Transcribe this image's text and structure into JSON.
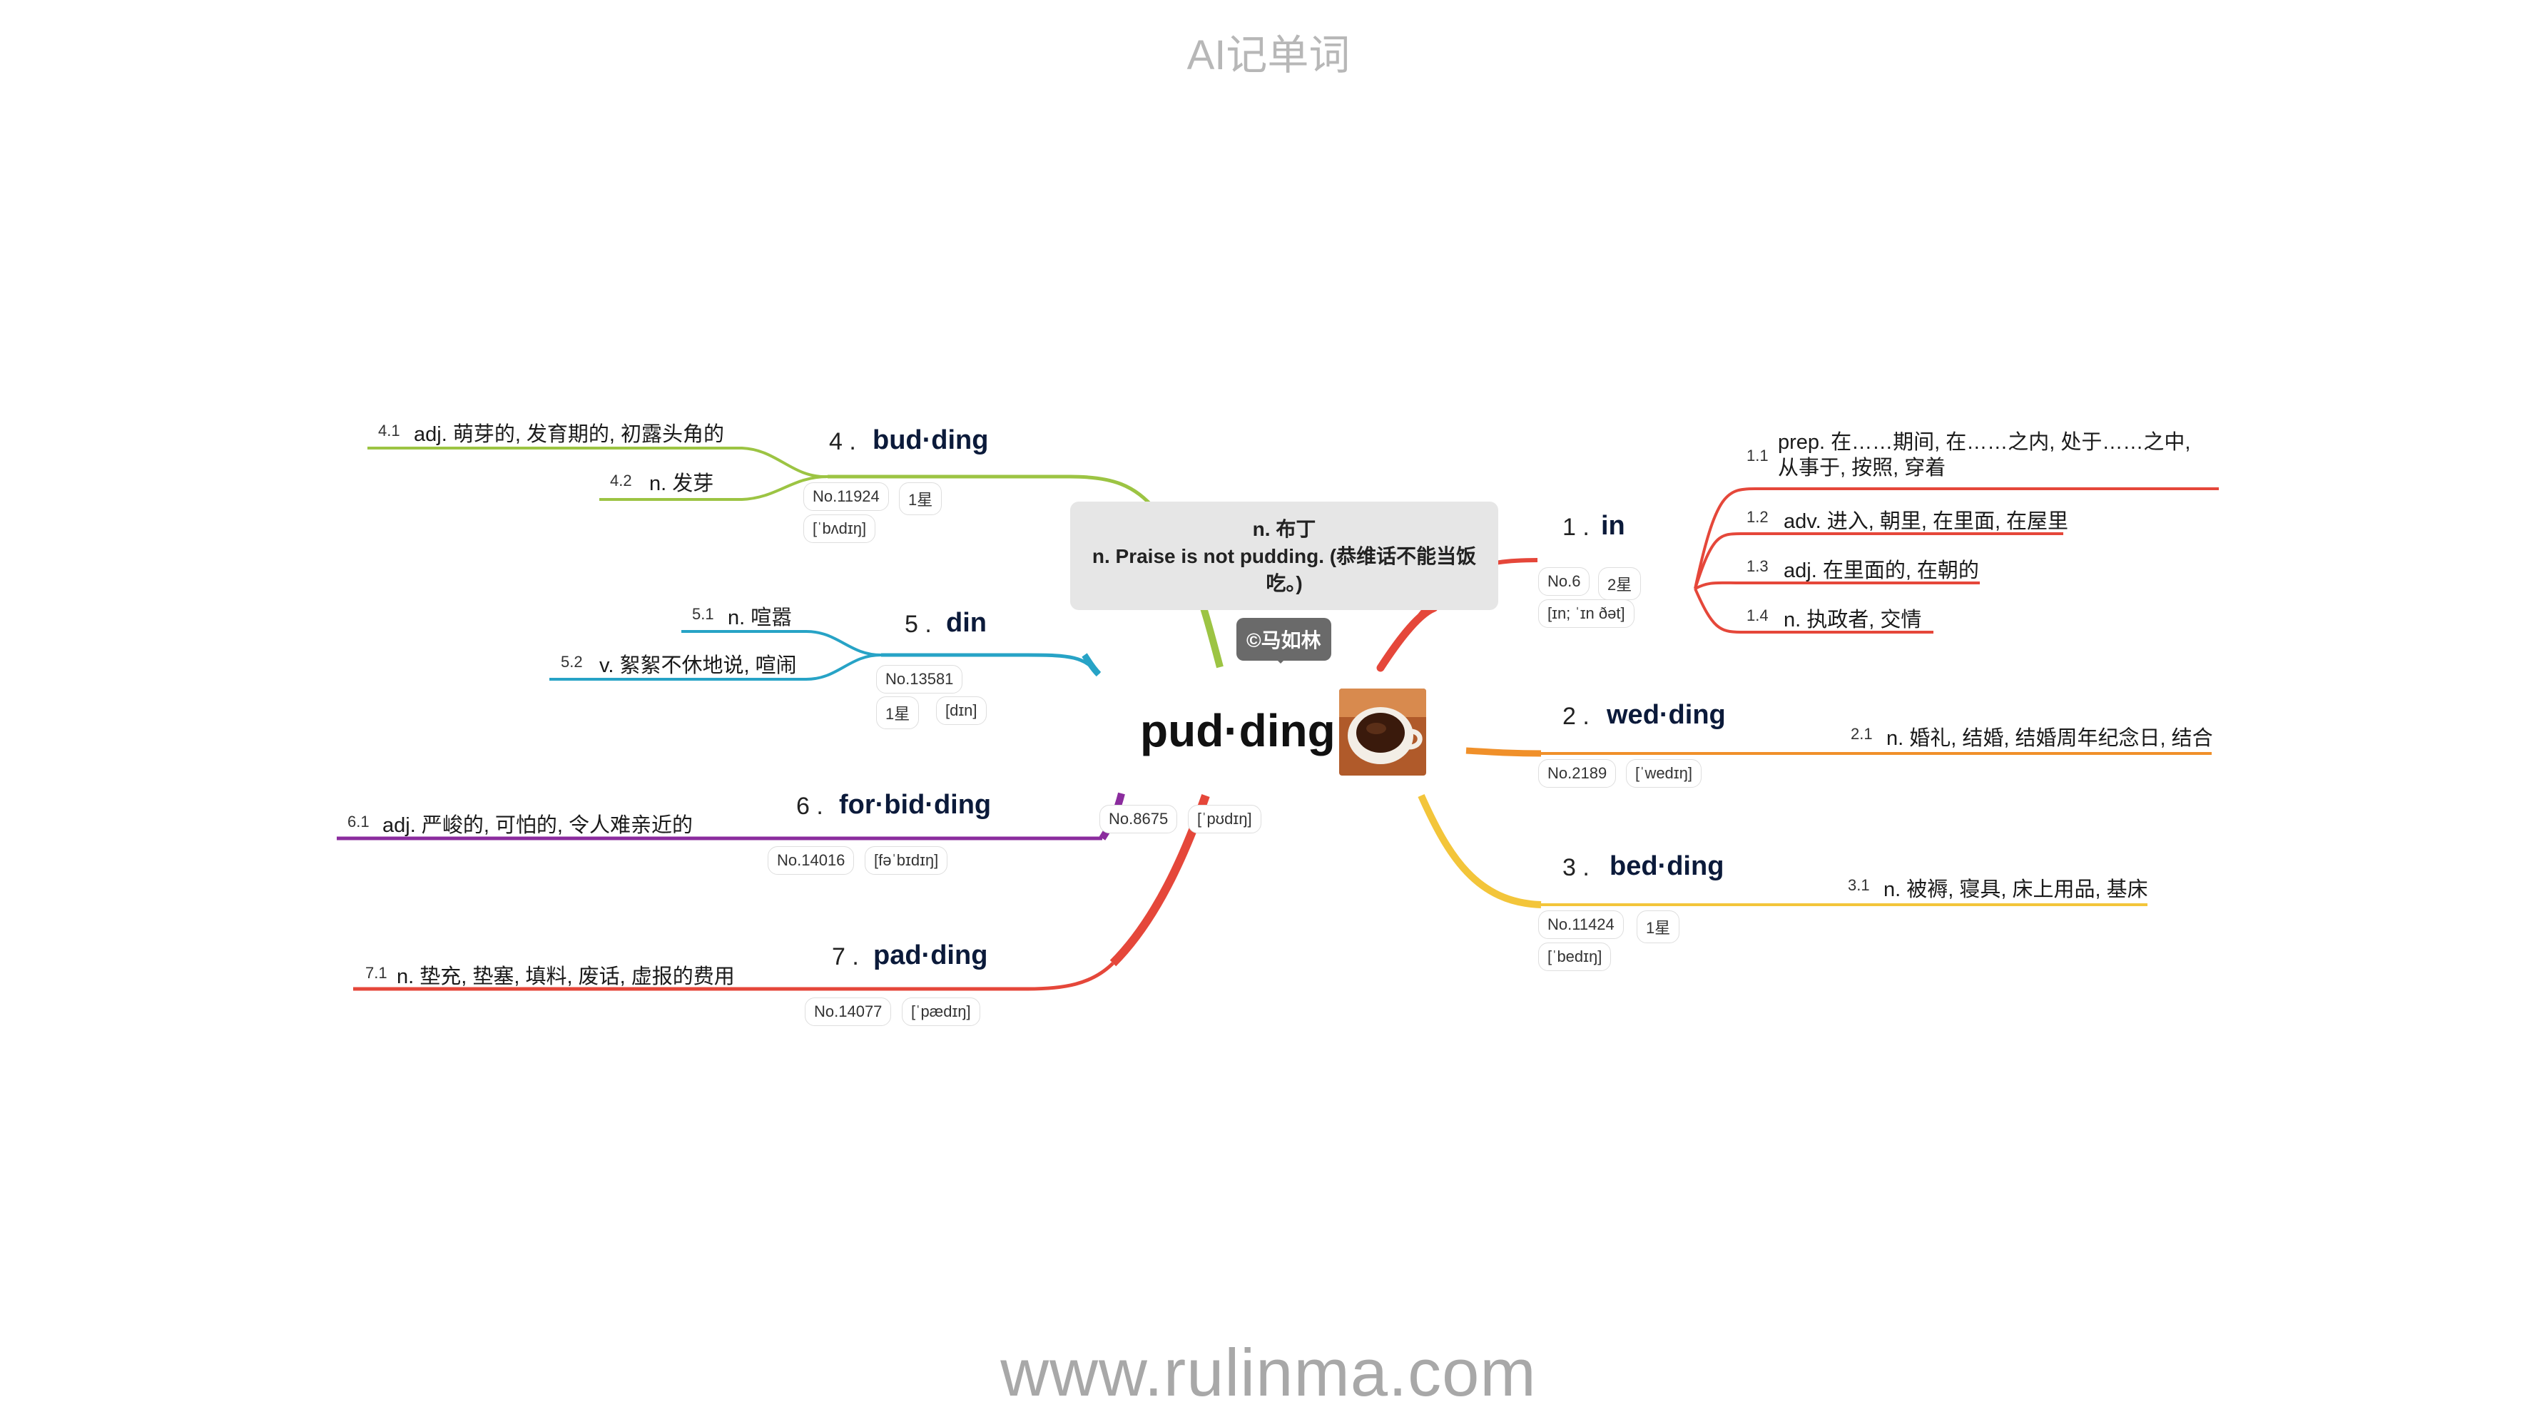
{
  "header": {
    "title": "AI记单词"
  },
  "footer": {
    "url": "www.rulinma.com"
  },
  "center": {
    "word": "pud·ding",
    "no": "No.8675",
    "phonetic": "[ˈpʊdɪŋ]",
    "image_icon": "coffee-cup-image",
    "tooltip_line1": "n. 布丁",
    "tooltip_line2": "n. Praise is not pudding. (恭维话不能当饭吃。)",
    "credit": "©马如林"
  },
  "branches": [
    {
      "num": "1 .",
      "word": "in",
      "no": "No.6",
      "star": "2星",
      "phonetic": "[ɪn; ˈɪn ðət]",
      "color": "#e5473a",
      "senses": [
        {
          "id": "1.1",
          "text": "prep. 在……期间, 在……之内, 处于……之中, 从事于, 按照, 穿着"
        },
        {
          "id": "1.2",
          "text": "adv. 进入, 朝里, 在里面, 在屋里"
        },
        {
          "id": "1.3",
          "text": "adj. 在里面的, 在朝的"
        },
        {
          "id": "1.4",
          "text": "n. 执政者, 交情"
        }
      ]
    },
    {
      "num": "2 .",
      "word": "wed·ding",
      "no": "No.2189",
      "phonetic": "[ˈwedɪŋ]",
      "color": "#f0902a",
      "senses": [
        {
          "id": "2.1",
          "text": "n. 婚礼, 结婚, 结婚周年纪念日, 结合"
        }
      ]
    },
    {
      "num": "3 .",
      "word": "bed·ding",
      "no": "No.11424",
      "star": "1星",
      "phonetic": "[ˈbedɪŋ]",
      "color": "#f3c53a",
      "senses": [
        {
          "id": "3.1",
          "text": "n. 被褥, 寝具, 床上用品, 基床"
        }
      ]
    },
    {
      "num": "4 .",
      "word": "bud·ding",
      "no": "No.11924",
      "star": "1星",
      "phonetic": "[ˈbʌdɪŋ]",
      "color": "#9cc443",
      "senses": [
        {
          "id": "4.1",
          "text": "adj. 萌芽的, 发育期的, 初露头角的"
        },
        {
          "id": "4.2",
          "text": "n. 发芽"
        }
      ]
    },
    {
      "num": "5 .",
      "word": "din",
      "no": "No.13581",
      "star": "1星",
      "phonetic": "[dɪn]",
      "color": "#27a3c6",
      "senses": [
        {
          "id": "5.1",
          "text": "n. 喧嚣"
        },
        {
          "id": "5.2",
          "text": "v. 絮絮不休地说, 喧闹"
        }
      ]
    },
    {
      "num": "6 .",
      "word": "for·bid·ding",
      "no": "No.14016",
      "phonetic": "[fəˈbɪdɪŋ]",
      "color": "#8b2c9e",
      "senses": [
        {
          "id": "6.1",
          "text": "adj. 严峻的, 可怕的, 令人难亲近的"
        }
      ]
    },
    {
      "num": "7 .",
      "word": "pad·ding",
      "no": "No.14077",
      "phonetic": "[ˈpædɪŋ]",
      "color": "#e5473a",
      "senses": [
        {
          "id": "7.1",
          "text": "n. 垫充, 垫塞, 填料, 废话, 虚报的费用"
        }
      ]
    }
  ]
}
